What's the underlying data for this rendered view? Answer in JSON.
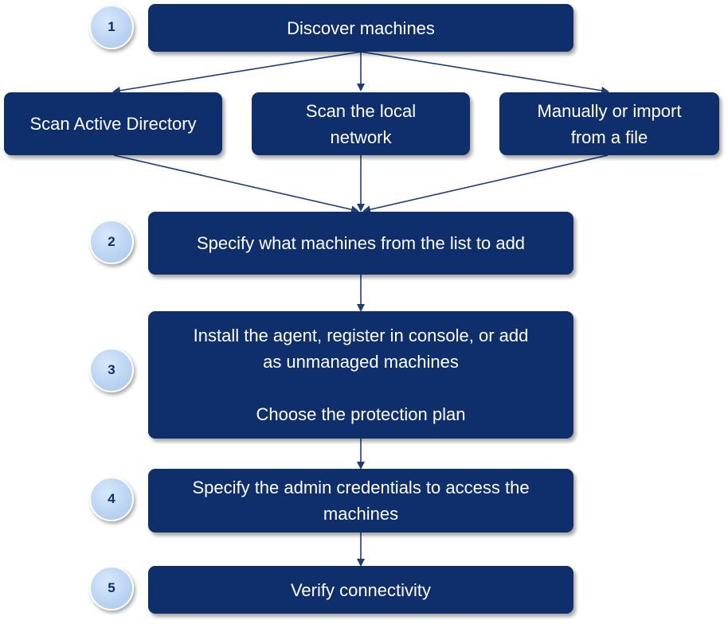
{
  "steps": [
    {
      "number": "1",
      "label": "Discover machines"
    },
    {
      "number": "2",
      "label": "Specify what machines from the list to add"
    },
    {
      "number": "3",
      "label_line1": "Install the agent, register in console, or add",
      "label_line2": "as unmanaged machines",
      "label_line3": "Choose the protection plan"
    },
    {
      "number": "4",
      "label_line1": "Specify the admin credentials to access the",
      "label_line2": "machines"
    },
    {
      "number": "5",
      "label": "Verify connectivity"
    }
  ],
  "discovery_methods": [
    {
      "label": "Scan Active Directory"
    },
    {
      "label_line1": "Scan the local",
      "label_line2": "network"
    },
    {
      "label_line1": "Manually or import",
      "label_line2": "from a file"
    }
  ],
  "colors": {
    "box": "#0e2f6b",
    "badge": "#b9d3f2",
    "arrow": "#1c3d78"
  }
}
